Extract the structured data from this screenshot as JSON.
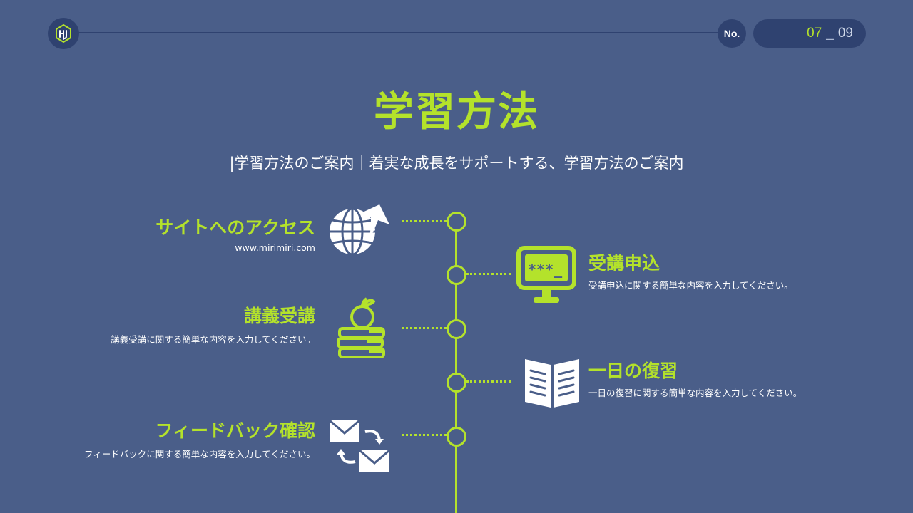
{
  "header": {
    "logo_text": "HJ",
    "no_label": "No.",
    "page_current": "07",
    "page_separator": "_",
    "page_total": "09"
  },
  "title": "学習方法",
  "subtitle": "|学習方法のご案内｜着実な成長をサポートする、学習方法のご案内",
  "items": [
    {
      "title": "サイトへのアクセス",
      "desc": "www.mirimiri.com",
      "icon": "globe-icon"
    },
    {
      "title": "受講申込",
      "desc": "受講申込に関する簡単な内容を入力してください。",
      "icon": "monitor-password-icon"
    },
    {
      "title": "講義受講",
      "desc": "講義受講に関する簡単な内容を入力してください。",
      "icon": "apple-books-icon"
    },
    {
      "title": "一日の復習",
      "desc": "一日の復習に関する簡単な内容を入力してください。",
      "icon": "open-book-icon"
    },
    {
      "title": "フィードバック確認",
      "desc": "フィードバックに関する簡単な内容を入力してください。",
      "icon": "mail-exchange-icon"
    }
  ],
  "colors": {
    "background": "#4a5e89",
    "accent": "#b4e22b",
    "dark": "#2f4270"
  }
}
